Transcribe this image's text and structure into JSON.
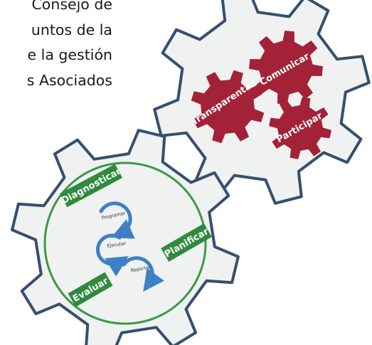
{
  "paragraph": {
    "lines": [
      "Consejo de",
      "untos de la",
      "e la gestión",
      "s Asociados"
    ]
  },
  "top_gear": {
    "labels": [
      "Comunicar",
      "Transparentar",
      "Participar"
    ]
  },
  "bottom_gear": {
    "labels": [
      "Diagnosticar",
      "Planificar",
      "Evaluar"
    ],
    "cycle": [
      "Programar",
      "Ejecutar",
      "Reportar"
    ]
  },
  "colors": {
    "gear_fill": "#f0f1f1",
    "gear_stroke": "#34506f",
    "red": "#a32238",
    "green": "#2f8a3e",
    "ring": "#3a9a46",
    "arrow": "#3f7fc4"
  }
}
